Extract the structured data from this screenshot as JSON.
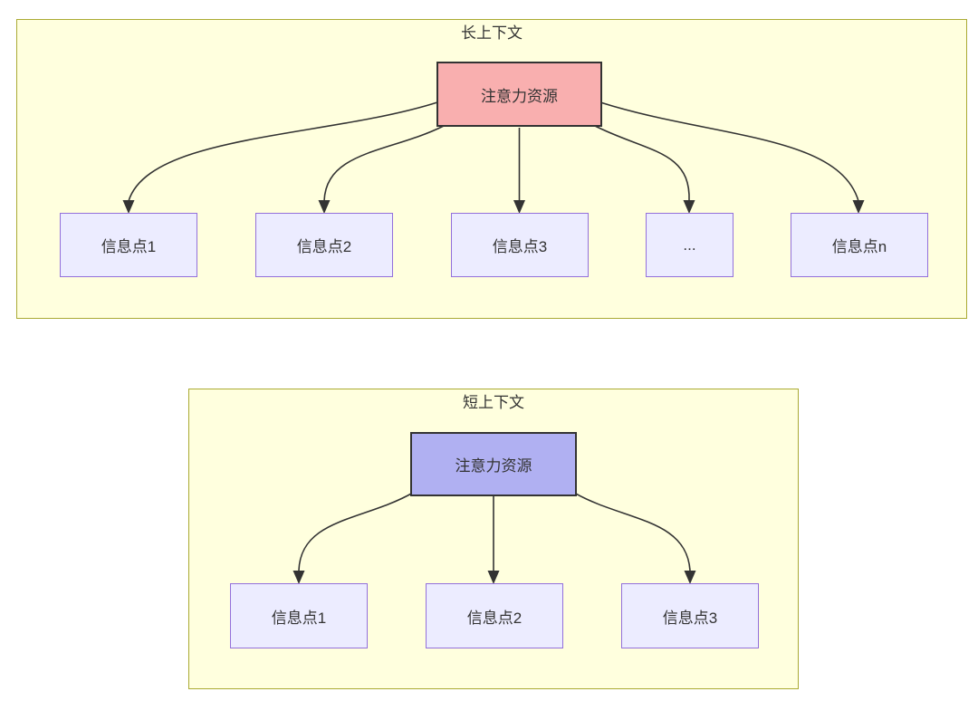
{
  "long_context": {
    "title": "长上下文",
    "attention": "注意力资源",
    "nodes": [
      "信息点1",
      "信息点2",
      "信息点3",
      "...",
      "信息点n"
    ]
  },
  "short_context": {
    "title": "短上下文",
    "attention": "注意力资源",
    "nodes": [
      "信息点1",
      "信息点2",
      "信息点3"
    ]
  },
  "colors": {
    "container_fill": "#ffffde",
    "container_stroke": "#aaaa33",
    "node_fill": "#ececff",
    "node_stroke": "#9370db",
    "attention_long_fill": "#f9afaf",
    "attention_short_fill": "#b0b0f2",
    "attention_stroke": "#333333",
    "arrow_color": "#333333",
    "text_color": "#333333"
  }
}
